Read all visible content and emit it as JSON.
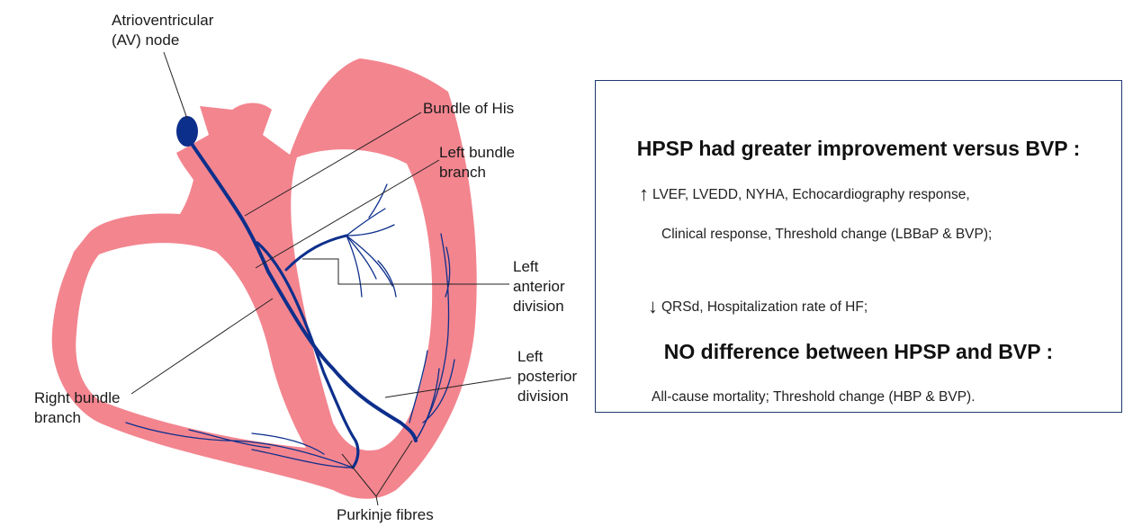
{
  "labels": {
    "av_node": [
      "Atrioventricular",
      "(AV) node"
    ],
    "bundle_of_his": "Bundle of His",
    "left_bundle_branch": [
      "Left bundle",
      "branch"
    ],
    "left_anterior_division": [
      "Left",
      "anterior",
      "division"
    ],
    "left_posterior_division": [
      "Left",
      "posterior",
      "division"
    ],
    "right_bundle_branch": [
      "Right bundle",
      "branch"
    ],
    "purkinje_fibres": "Purkinje fibres"
  },
  "summary": {
    "heading_improvement": "HPSP had greater improvement versus BVP :",
    "up_arrow": "↑",
    "up_line1": "LVEF, LVEDD, NYHA, Echocardiography response,",
    "up_line2": "Clinical response, Threshold change (LBBaP & BVP);",
    "down_arrow": "↓",
    "down_line": "QRSd, Hospitalization rate of HF;",
    "heading_no_difference": "NO difference between HPSP and BVP :",
    "no_diff_line": "All-cause mortality;  Threshold change (HBP & BVP)."
  },
  "colors": {
    "heart_muscle": "#f3858f",
    "conduction": "#0d2f8c",
    "box_border": "#1f3a6e"
  }
}
